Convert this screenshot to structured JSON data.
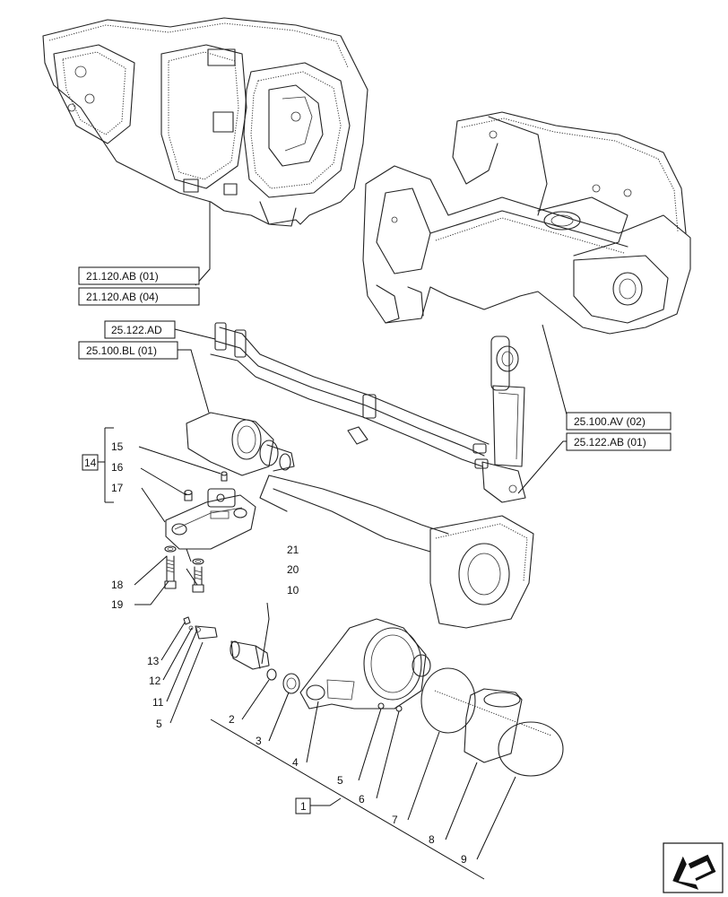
{
  "refs": {
    "r1": "21.120.AB (01)",
    "r2": "21.120.AB (04)",
    "r3": "25.122.AD",
    "r4": "25.100.BL (01)",
    "r5": "25.100.AV (02)",
    "r6": "25.122.AB (01)"
  },
  "groups": {
    "g14": "14",
    "g1": "1"
  },
  "items": {
    "n15": "15",
    "n16": "16",
    "n17": "17",
    "n18": "18",
    "n19": "19",
    "n20": "20",
    "n21": "21",
    "n10": "10",
    "n13": "13",
    "n12": "12",
    "n11": "11",
    "n5a": "5",
    "n2": "2",
    "n3": "3",
    "n4": "4",
    "n5b": "5",
    "n6": "6",
    "n7": "7",
    "n8": "8",
    "n9": "9"
  },
  "nav": {
    "icon": "next-page-arrow-icon"
  }
}
